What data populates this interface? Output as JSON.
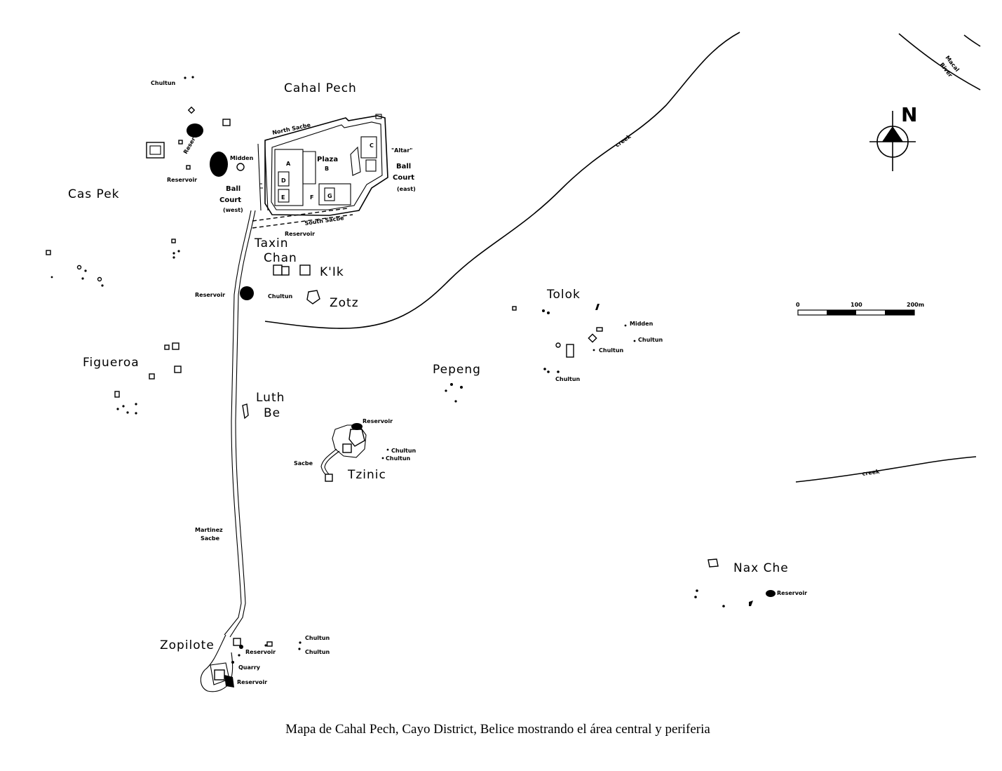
{
  "caption": "Mapa de Cahal Pech, Cayo District, Belice mostrando el área central y periferia",
  "north": "N",
  "river": {
    "line1": "Macal",
    "line2": "River"
  },
  "creek": "creek",
  "scale": {
    "labels": [
      "0",
      "100",
      "200m"
    ]
  },
  "sites": {
    "cahal_pech": "Cahal Pech",
    "cas_pek": "Cas Pek",
    "taxin_chan_1": "Taxin",
    "taxin_chan_2": "Chan",
    "kik": "K'Ik",
    "zotz": "Zotz",
    "figueroa": "Figueroa",
    "luth_be_1": "Luth",
    "luth_be_2": "Be",
    "pepeng": "Pepeng",
    "tolok": "Tolok",
    "tzinic": "Tzinic",
    "zopilote": "Zopilote",
    "nax_che": "Nax Che"
  },
  "core": {
    "north_sacbe": "North Sacbe",
    "south_sacbe": "South Sacbe",
    "plaza_1": "Plaza",
    "plaza_2": "B",
    "A": "A",
    "C": "C",
    "D": "D",
    "E": "E",
    "F": "F",
    "G": "G",
    "altar": "\"Altar\"",
    "ball_east_1": "Ball",
    "ball_east_2": "Court",
    "ball_east_3": "(east)",
    "ball_west_1": "Ball",
    "ball_west_2": "Court",
    "ball_west_3": "(west)"
  },
  "features": {
    "chultun": "Chultun",
    "reservoir": "Reservoir",
    "midden": "Midden",
    "sacbe": "Sacbe",
    "quarry": "Quarry",
    "martinez_1": "Martinez",
    "martinez_2": "Sacbe"
  }
}
